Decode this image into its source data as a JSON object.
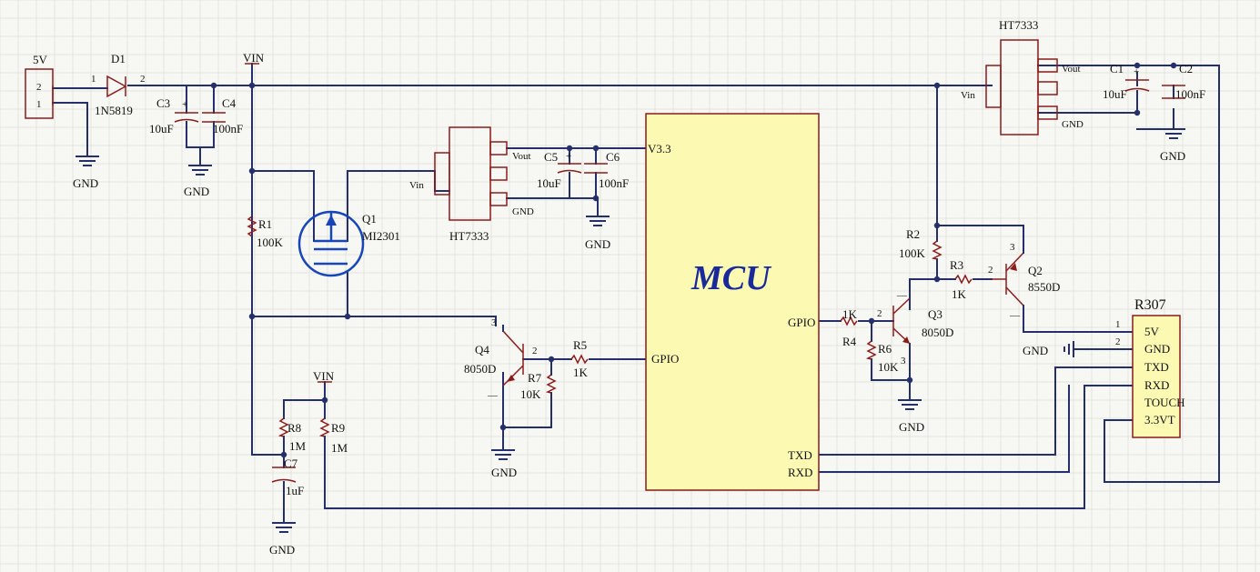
{
  "labels": {
    "j_5v": "5V",
    "pin2": "2",
    "pin1": "1",
    "gnd": "GND",
    "d1": "D1",
    "d1_part": "1N5819",
    "vin": "VIN",
    "c3": "C3",
    "c3_val": "10uF",
    "c4": "C4",
    "c4_val": "100nF",
    "ht7333": "HT7333",
    "vout": "Vout",
    "vin_pin": "Vin",
    "v33": "V3.3",
    "c5": "C5",
    "c5_val": "10uF",
    "c6": "C6",
    "c6_val": "100nF",
    "q1": "Q1",
    "q1_part": "MI2301",
    "r1": "R1",
    "r1_val": "100K",
    "mcu": "MCU",
    "gpio": "GPIO",
    "txd": "TXD",
    "rxd": "RXD",
    "q4": "Q4",
    "q4_part": "8050D",
    "r5": "R5",
    "r5_val": "1K",
    "r7": "R7",
    "r7_val": "10K",
    "r8": "R8",
    "r8_val": "1M",
    "r9": "R9",
    "r9_val": "1M",
    "c7": "C7",
    "c7_val": "1uF",
    "r2": "R2",
    "r2_val": "100K",
    "r3": "R3",
    "r3_val": "1K",
    "q2": "Q2",
    "q2_part": "8550D",
    "q3": "Q3",
    "q3_part": "8050D",
    "r4": "R4",
    "r4_val": "1K",
    "r6": "R6",
    "r6_val": "10K",
    "c1": "C1",
    "c1_val": "10uF",
    "c2": "C2",
    "c2_val": "100nF",
    "r307": "R307",
    "mod_5v": "5V",
    "mod_gnd": "GND",
    "mod_txd": "TXD",
    "mod_rxd": "RXD",
    "mod_touch": "TOUCH",
    "mod_33vt": "3.3VT",
    "n1": "1",
    "n2": "2",
    "n3": "3",
    "plus": "+",
    "dash": "—"
  },
  "colors": {
    "wire": "#25306b",
    "part": "#8a1c1c",
    "mosfet": "#1646b8",
    "mcu_fill": "#fcf9b3",
    "mcu_text": "#1a2a9a"
  }
}
